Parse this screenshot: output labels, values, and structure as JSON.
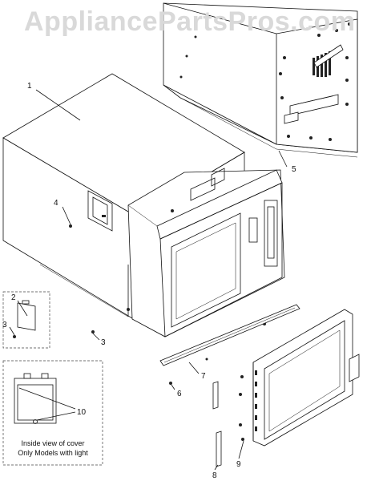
{
  "watermark": "AppliancePartsPros.com",
  "callouts": {
    "c1": "1",
    "c2": "2",
    "c3a": "3",
    "c3b": "3",
    "c4": "4",
    "c5": "5",
    "c6": "6",
    "c7": "7",
    "c8": "8",
    "c9": "9",
    "c10": "10"
  },
  "inset_caption": {
    "line1": "Inside view of cover",
    "line2": "Only Models with light"
  }
}
